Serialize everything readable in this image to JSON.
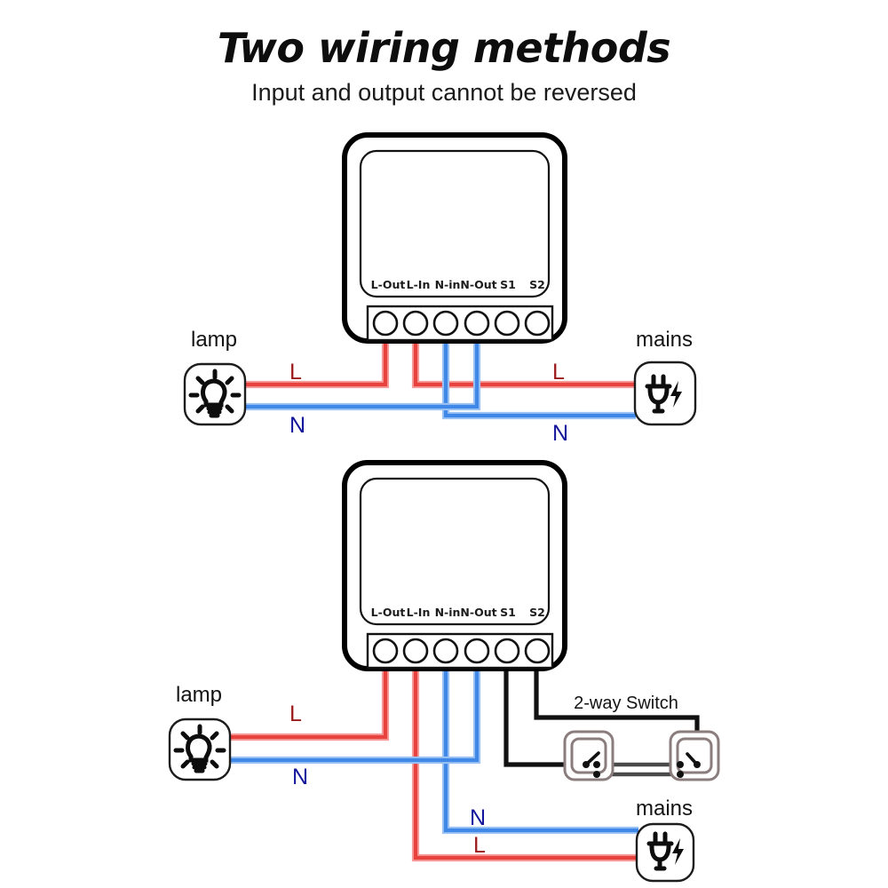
{
  "header": {
    "title": "Two wiring methods",
    "subtitle": "Input and output cannot be reversed"
  },
  "terminals": {
    "labels": [
      "L-Out",
      "L-In",
      "N-in",
      "N-Out",
      "S1",
      "S2"
    ],
    "count": 6
  },
  "diagram1": {
    "name": "one-way wiring",
    "device_label_l_out": "L-Out",
    "device_label_l_in": "L-In",
    "device_label_n_in": "N-in",
    "device_label_n_out": "N-Out",
    "device_label_s1": "S1",
    "device_label_s2": "S2",
    "lamp_label": "lamp",
    "mains_label": "mains",
    "wire_label_l_left": "L",
    "wire_label_n_left": "N",
    "wire_label_l_right": "L",
    "wire_label_n_right": "N",
    "lamp_icon": "light-bulb-icon",
    "mains_icon": "power-plug-icon"
  },
  "diagram2": {
    "name": "two-way wiring",
    "device_label_l_out": "L-Out",
    "device_label_l_in": "L-In",
    "device_label_n_in": "N-in",
    "device_label_n_out": "N-Out",
    "device_label_s1": "S1",
    "device_label_s2": "S2",
    "lamp_label": "lamp",
    "mains_label": "mains",
    "switch_label": "2-way Switch",
    "wire_label_l_left": "L",
    "wire_label_n_left": "N",
    "wire_label_n_right": "N",
    "wire_label_l_right": "L",
    "lamp_icon": "light-bulb-icon",
    "mains_icon": "power-plug-icon",
    "switch_icon": "rocker-switch-icon"
  },
  "colors": {
    "live_wire": "#e8423f",
    "neutral_wire": "#3f88e8",
    "signal_wire": "#111111",
    "switch_frame": "#8b7d7d",
    "background": "#ffffff",
    "text": "#111111"
  }
}
